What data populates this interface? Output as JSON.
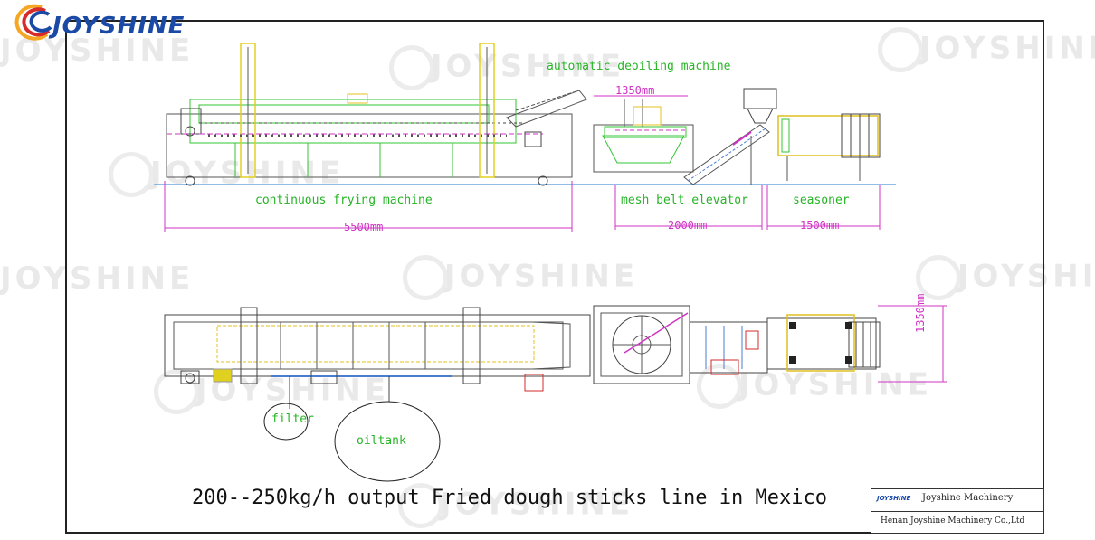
{
  "logo": {
    "text": "JOYSHINE",
    "colors": [
      "#f5a623",
      "#d62b2b",
      "#1b4aa6"
    ]
  },
  "watermark": {
    "text": "JOYSHINE"
  },
  "labels": {
    "frying_machine": "continuous frying machine",
    "deoiling_machine": "automatic deoiling machine",
    "elevator": "mesh belt elevator",
    "seasoner": "seasoner",
    "filter": "filter",
    "oiltank": "oiltank"
  },
  "dimensions": {
    "frying_length": "5500mm",
    "deoiling_width": "1350mm",
    "elevator_length": "2000mm",
    "seasoner_length": "1500mm",
    "plan_height": "1350mm"
  },
  "caption": "200--250kg/h output Fried dough sticks line in Mexico",
  "title_block": {
    "brand": "JOYSHINE",
    "name": "Joyshine Machinery",
    "company": "Henan Joyshine Machinery Co.,Ltd"
  }
}
